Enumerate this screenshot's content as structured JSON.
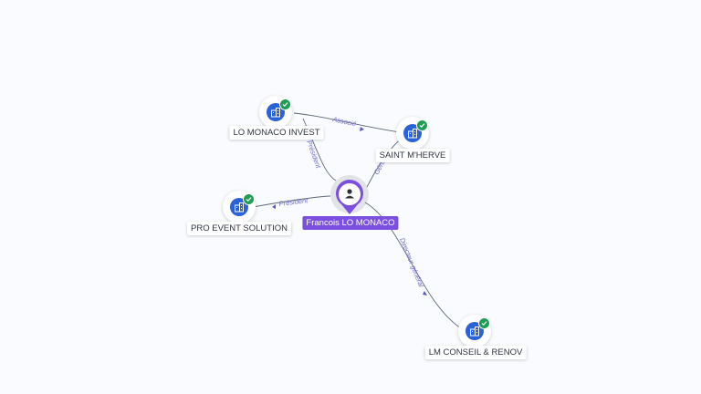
{
  "center": {
    "name": "Francois LO MONACO",
    "icon": "person-icon",
    "color": "#7b4fe0"
  },
  "companies": [
    {
      "name": "LO MONACO INVEST",
      "icon": "building-icon",
      "verified": true
    },
    {
      "name": "SAINT M'HERVE",
      "icon": "building-icon",
      "verified": true
    },
    {
      "name": "PRO EVENT SOLUTION",
      "icon": "building-icon",
      "verified": true
    },
    {
      "name": "LM CONSEIL & RENOV",
      "icon": "building-icon",
      "verified": true
    }
  ],
  "relations": [
    {
      "from": "Francois LO MONACO",
      "to": "LO MONACO INVEST",
      "label": "Président"
    },
    {
      "from": "Francois LO MONACO",
      "to": "SAINT M'HERVE",
      "label": "Gérant"
    },
    {
      "from": "Francois LO MONACO",
      "to": "PRO EVENT SOLUTION",
      "label": "Président"
    },
    {
      "from": "Francois LO MONACO",
      "to": "LM CONSEIL & RENOV",
      "label": "Directeur général"
    },
    {
      "from": "LO MONACO INVEST",
      "to": "SAINT M'HERVE",
      "label": "Associé"
    }
  ],
  "colors": {
    "company": "#2a63d9",
    "verified": "#1e9e55",
    "edge": "#5f6878",
    "edge_label": "#6f6bd0"
  }
}
